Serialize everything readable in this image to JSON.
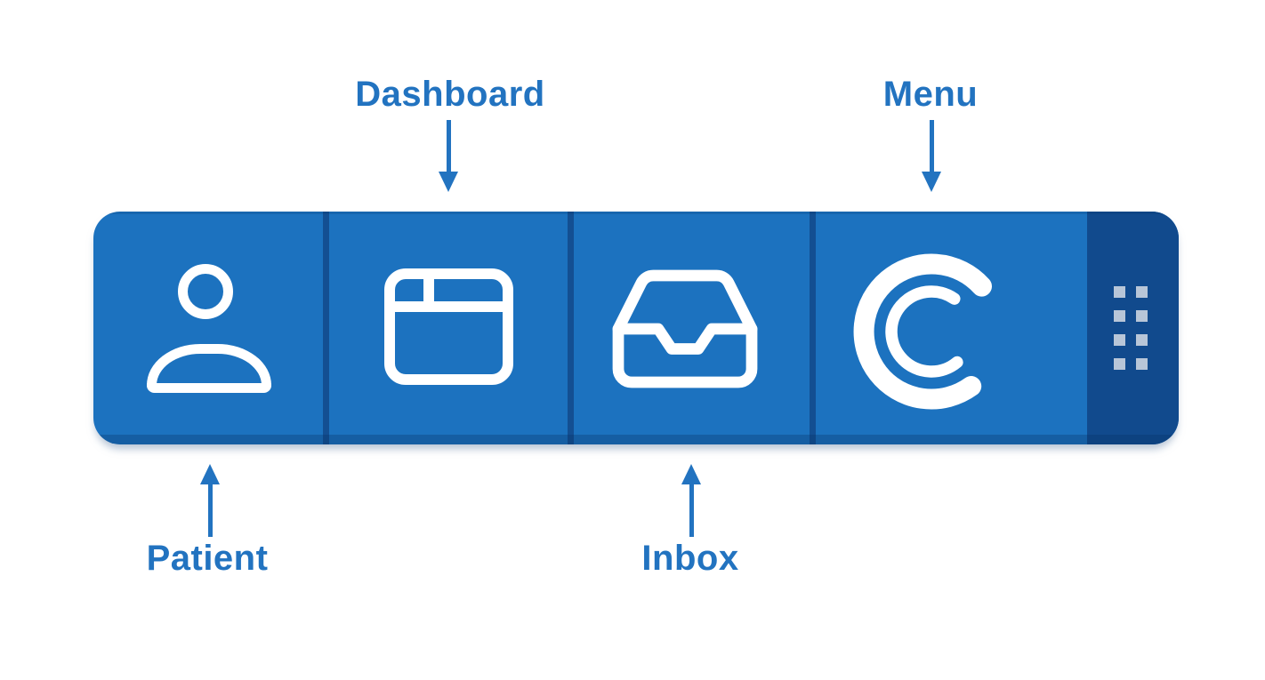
{
  "annotations": {
    "dashboard": {
      "label": "Dashboard",
      "arrow": "down"
    },
    "menu": {
      "label": "Menu",
      "arrow": "down"
    },
    "patient": {
      "label": "Patient",
      "arrow": "up"
    },
    "inbox": {
      "label": "Inbox",
      "arrow": "up"
    }
  },
  "toolbar": {
    "buttons": [
      {
        "name": "patient",
        "icon": "person-icon"
      },
      {
        "name": "dashboard",
        "icon": "dashboard-icon"
      },
      {
        "name": "inbox",
        "icon": "inbox-tray-icon"
      },
      {
        "name": "menu",
        "icon": "c-logo-icon"
      }
    ],
    "drag_handle": {
      "icon": "grid-dots-icon",
      "rows": 4,
      "cols": 2
    }
  },
  "colors": {
    "accent": "#2273c0",
    "bar": "#1c72bf",
    "bar_dark_section": "#114a8d",
    "divider": "#134f92",
    "handle_dot": "#b8c6d8",
    "icon": "#ffffff",
    "background": "#ffffff"
  }
}
